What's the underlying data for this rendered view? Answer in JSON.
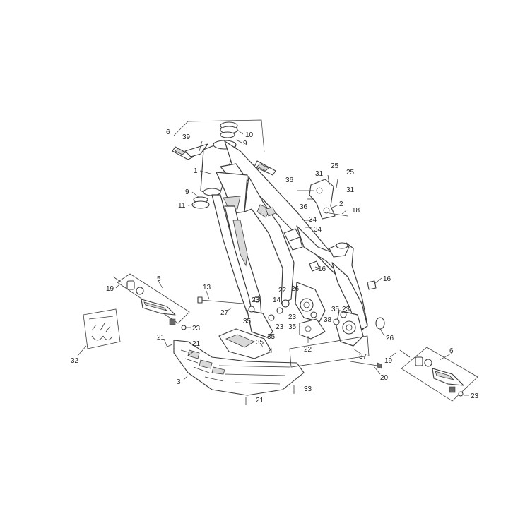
{
  "diagram": {
    "callouts": [
      {
        "id": "c6a",
        "label": "6"
      },
      {
        "id": "c10",
        "label": "10"
      },
      {
        "id": "c39",
        "label": "39"
      },
      {
        "id": "c9a",
        "label": "9"
      },
      {
        "id": "c1",
        "label": "1"
      },
      {
        "id": "c9b",
        "label": "9"
      },
      {
        "id": "c11",
        "label": "11"
      },
      {
        "id": "c31a",
        "label": "31"
      },
      {
        "id": "c25a",
        "label": "25"
      },
      {
        "id": "c25b",
        "label": "25"
      },
      {
        "id": "c36a",
        "label": "36"
      },
      {
        "id": "c31b",
        "label": "31"
      },
      {
        "id": "c2",
        "label": "2"
      },
      {
        "id": "c36b",
        "label": "36"
      },
      {
        "id": "c18",
        "label": "18"
      },
      {
        "id": "c34a",
        "label": "34"
      },
      {
        "id": "c34b",
        "label": "34"
      },
      {
        "id": "c16a",
        "label": "16"
      },
      {
        "id": "c16b",
        "label": "16"
      },
      {
        "id": "c5",
        "label": "5"
      },
      {
        "id": "c19a",
        "label": "19"
      },
      {
        "id": "c13",
        "label": "13"
      },
      {
        "id": "c22a",
        "label": "22"
      },
      {
        "id": "c26a",
        "label": "26"
      },
      {
        "id": "c14",
        "label": "14"
      },
      {
        "id": "c27",
        "label": "27"
      },
      {
        "id": "c23a",
        "label": "23"
      },
      {
        "id": "c23b",
        "label": "23"
      },
      {
        "id": "c35a",
        "label": "35"
      },
      {
        "id": "c23c",
        "label": "23"
      },
      {
        "id": "c35b",
        "label": "35"
      },
      {
        "id": "c23d",
        "label": "23"
      },
      {
        "id": "c38",
        "label": "38"
      },
      {
        "id": "c35c",
        "label": "35"
      },
      {
        "id": "c23e",
        "label": "23"
      },
      {
        "id": "c35d",
        "label": "35"
      },
      {
        "id": "c26b",
        "label": "26"
      },
      {
        "id": "c21a",
        "label": "21"
      },
      {
        "id": "c21b",
        "label": "21"
      },
      {
        "id": "c35e",
        "label": "35"
      },
      {
        "id": "c4",
        "label": "4"
      },
      {
        "id": "c22b",
        "label": "22"
      },
      {
        "id": "c37",
        "label": "37"
      },
      {
        "id": "c32",
        "label": "32"
      },
      {
        "id": "c3",
        "label": "3"
      },
      {
        "id": "c20",
        "label": "20"
      },
      {
        "id": "c19b",
        "label": "19"
      },
      {
        "id": "c6b",
        "label": "6"
      },
      {
        "id": "c33",
        "label": "33"
      },
      {
        "id": "c21c",
        "label": "21"
      },
      {
        "id": "c23f",
        "label": "23"
      }
    ]
  }
}
